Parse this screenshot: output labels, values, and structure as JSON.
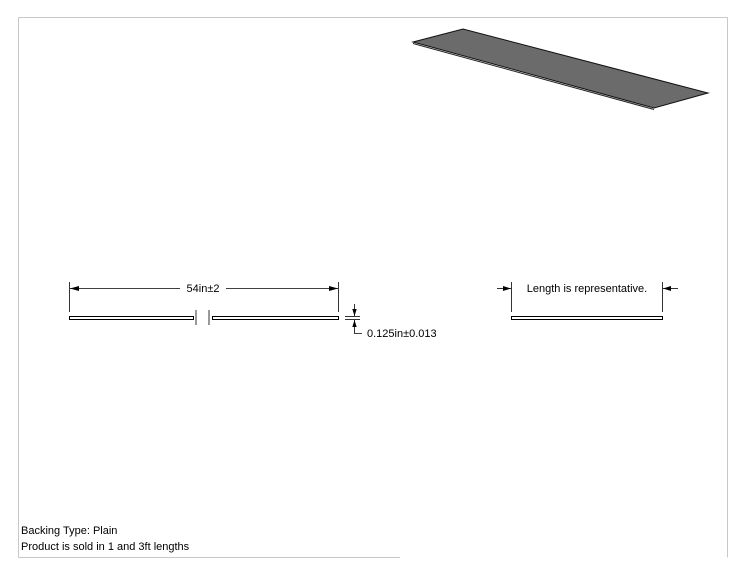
{
  "drawing": {
    "length_dimension": "54in±2",
    "thickness_dimension": "0.125in±0.013",
    "representative_note": "Length is representative."
  },
  "notes": {
    "backing_type": "Backing Type: Plain",
    "lengths": "Product is sold in 1 and 3ft lengths"
  },
  "colors": {
    "strip_fill": "#6b6b6b",
    "line": "#000000",
    "frame": "#c8c8c8"
  }
}
